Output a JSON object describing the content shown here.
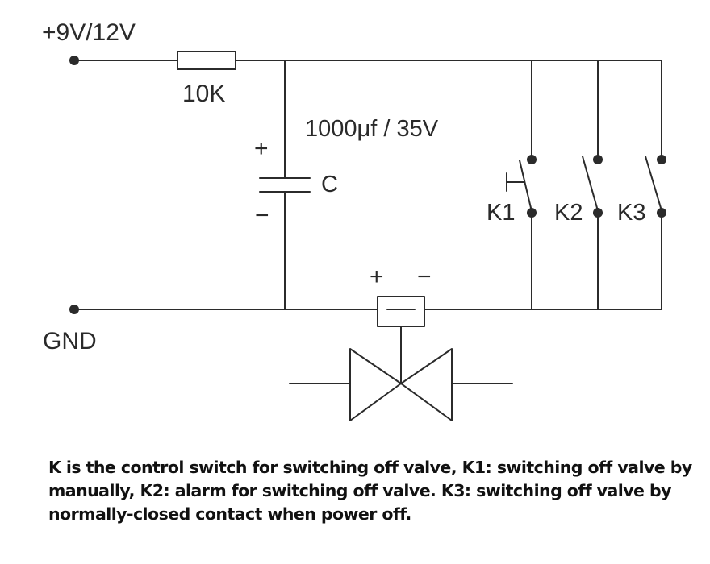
{
  "labels": {
    "supply": "+9V/12V",
    "resistor": "10K",
    "capacitor_rating": "1000μf / 35V",
    "capacitor": "C",
    "cap_plus": "+",
    "cap_minus": "−",
    "ground": "GND",
    "valve_plus": "+",
    "valve_minus": "−",
    "switch_k1": "K1",
    "switch_k2": "K2",
    "switch_k3": "K3"
  },
  "caption": {
    "line1": "K is the control switch for switching off valve, K1: switching off valve by",
    "line2": "manually, K2:  alarm for switching off valve. K3: switching off valve by",
    "line3": "normally-closed contact when power off."
  },
  "colors": {
    "wire": "#2b2b2b",
    "text": "#1a1a1a"
  }
}
